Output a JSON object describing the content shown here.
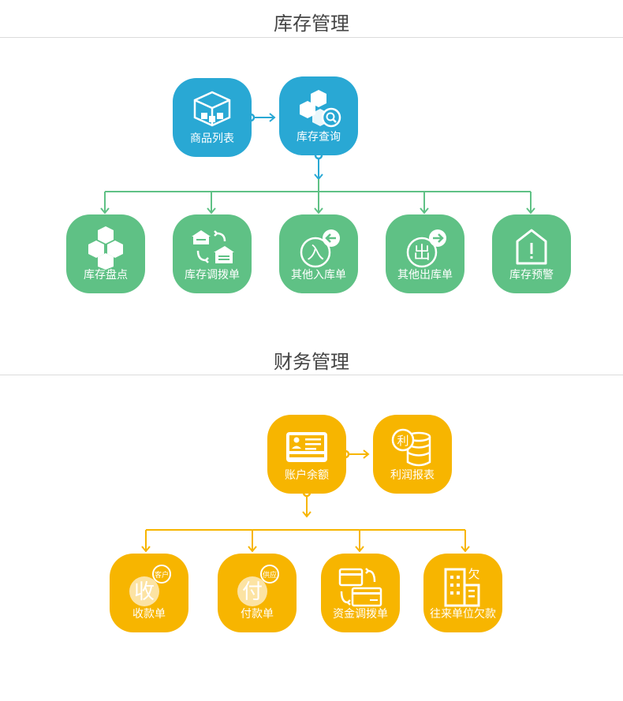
{
  "inventory": {
    "title": "库存管理",
    "top_nodes": [
      {
        "label": "商品列表",
        "icon": "boxes-icon"
      },
      {
        "label": "库存查询",
        "icon": "box-search-icon"
      }
    ],
    "bottom_nodes": [
      {
        "label": "库存盘点",
        "icon": "stacked-boxes-icon"
      },
      {
        "label": "库存调拨单",
        "icon": "truck-transfer-icon"
      },
      {
        "label": "其他入库单",
        "icon": "stock-in-icon",
        "glyph": "入"
      },
      {
        "label": "其他出库单",
        "icon": "stock-out-icon",
        "glyph": "出"
      },
      {
        "label": "库存预警",
        "icon": "warehouse-alert-icon"
      }
    ],
    "colors": {
      "top": "#29a8d4",
      "bottom": "#5fc185",
      "line_top": "#29a8d4",
      "line_bottom": "#5fc185"
    }
  },
  "finance": {
    "title": "财务管理",
    "top_nodes": [
      {
        "label": "账户余额",
        "icon": "account-card-icon"
      },
      {
        "label": "利润报表",
        "icon": "profit-coins-icon",
        "glyph": "利"
      }
    ],
    "bottom_nodes": [
      {
        "label": "收款单",
        "icon": "receipt-icon",
        "glyph": "收",
        "badge": "客户"
      },
      {
        "label": "付款单",
        "icon": "payment-icon",
        "glyph": "付",
        "badge": "供应"
      },
      {
        "label": "资金调拨单",
        "icon": "card-transfer-icon"
      },
      {
        "label": "往来单位欠款",
        "icon": "building-debt-icon",
        "glyph": "欠"
      }
    ],
    "colors": {
      "nodes": "#f7b500",
      "line": "#f7b500"
    }
  }
}
